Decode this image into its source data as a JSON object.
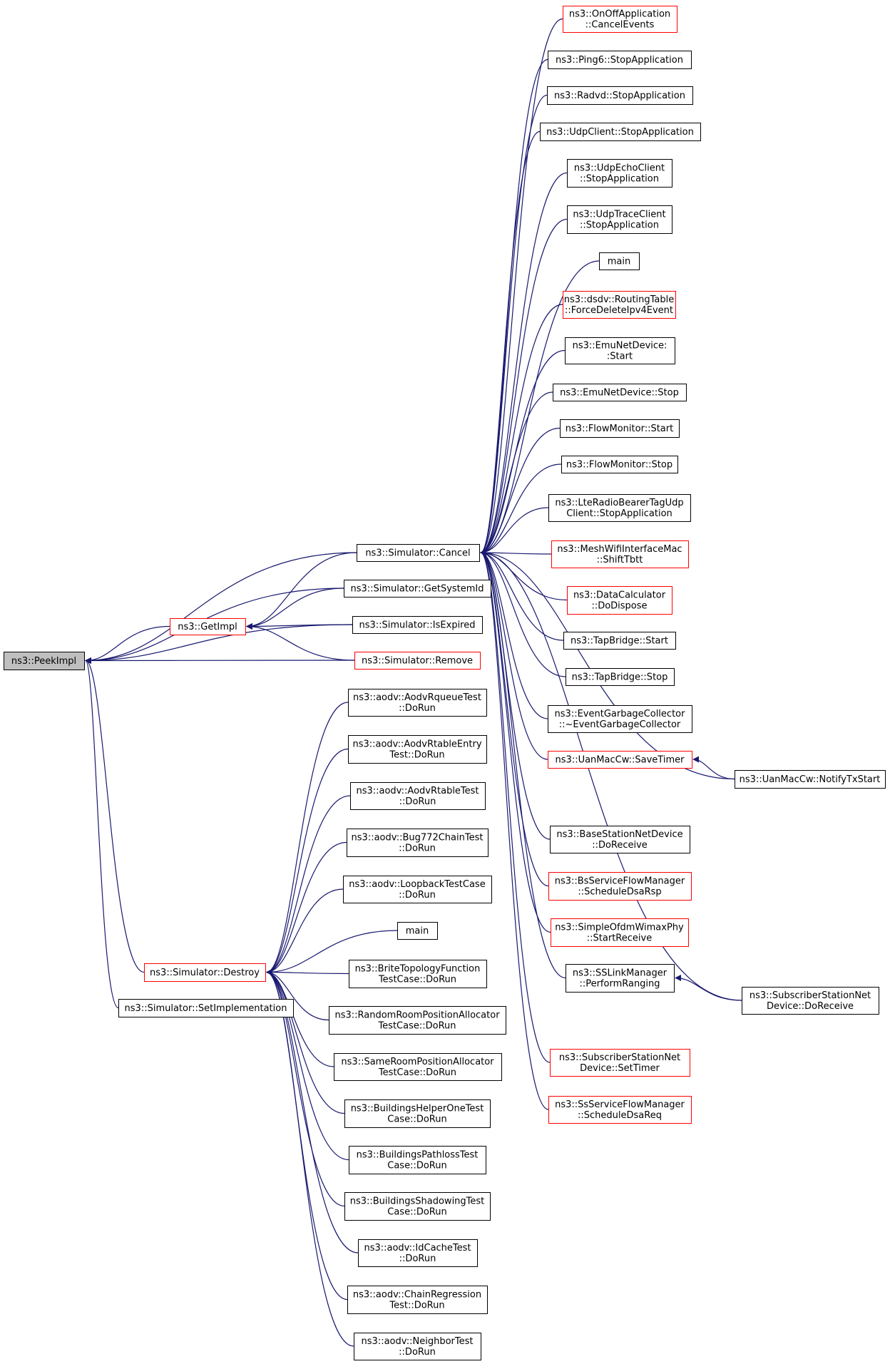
{
  "nodes": [
    {
      "id": "peekimpl",
      "lines": [
        "ns3::PeekImpl"
      ],
      "style": "root"
    },
    {
      "id": "getimpl",
      "lines": [
        "ns3::GetImpl"
      ],
      "style": "red"
    },
    {
      "id": "cancel",
      "lines": [
        "ns3::Simulator::Cancel"
      ],
      "style": "black"
    },
    {
      "id": "getsystemid",
      "lines": [
        "ns3::Simulator::GetSystemId"
      ],
      "style": "black"
    },
    {
      "id": "isexpired",
      "lines": [
        "ns3::Simulator::IsExpired"
      ],
      "style": "black"
    },
    {
      "id": "remove",
      "lines": [
        "ns3::Simulator::Remove"
      ],
      "style": "red"
    },
    {
      "id": "destroy",
      "lines": [
        "ns3::Simulator::Destroy"
      ],
      "style": "red"
    },
    {
      "id": "setimplementation",
      "lines": [
        "ns3::Simulator::SetImplementation"
      ],
      "style": "black"
    },
    {
      "id": "onoff",
      "lines": [
        "ns3::OnOffApplication",
        "::CancelEvents"
      ],
      "style": "red"
    },
    {
      "id": "ping6",
      "lines": [
        "ns3::Ping6::StopApplication"
      ],
      "style": "black"
    },
    {
      "id": "radvd",
      "lines": [
        "ns3::Radvd::StopApplication"
      ],
      "style": "black"
    },
    {
      "id": "udpclient",
      "lines": [
        "ns3::UdpClient::StopApplication"
      ],
      "style": "black"
    },
    {
      "id": "udpecho",
      "lines": [
        "ns3::UdpEchoClient",
        "::StopApplication"
      ],
      "style": "black"
    },
    {
      "id": "udptrace",
      "lines": [
        "ns3::UdpTraceClient",
        "::StopApplication"
      ],
      "style": "black"
    },
    {
      "id": "main1",
      "lines": [
        "main"
      ],
      "style": "black"
    },
    {
      "id": "dsdv",
      "lines": [
        "ns3::dsdv::RoutingTable",
        "::ForceDeleteIpv4Event"
      ],
      "style": "red"
    },
    {
      "id": "emustart",
      "lines": [
        "ns3::EmuNetDevice:",
        ":Start"
      ],
      "style": "black"
    },
    {
      "id": "emustop",
      "lines": [
        "ns3::EmuNetDevice::Stop"
      ],
      "style": "black"
    },
    {
      "id": "flowstart",
      "lines": [
        "ns3::FlowMonitor::Start"
      ],
      "style": "black"
    },
    {
      "id": "flowstop",
      "lines": [
        "ns3::FlowMonitor::Stop"
      ],
      "style": "black"
    },
    {
      "id": "lteradio",
      "lines": [
        "ns3::LteRadioBearerTagUdp",
        "Client::StopApplication"
      ],
      "style": "black"
    },
    {
      "id": "meshwifi",
      "lines": [
        "ns3::MeshWifiInterfaceMac",
        "::ShiftTbtt"
      ],
      "style": "red"
    },
    {
      "id": "datacalc",
      "lines": [
        "ns3::DataCalculator",
        "::DoDispose"
      ],
      "style": "red"
    },
    {
      "id": "tapstart",
      "lines": [
        "ns3::TapBridge::Start"
      ],
      "style": "black"
    },
    {
      "id": "tapstop",
      "lines": [
        "ns3::TapBridge::Stop"
      ],
      "style": "black"
    },
    {
      "id": "eventgc",
      "lines": [
        "ns3::EventGarbageCollector",
        "::~EventGarbageCollector"
      ],
      "style": "black"
    },
    {
      "id": "uansave",
      "lines": [
        "ns3::UanMacCw::SaveTimer"
      ],
      "style": "red"
    },
    {
      "id": "uannotify",
      "lines": [
        "ns3::UanMacCw::NotifyTxStart"
      ],
      "style": "black"
    },
    {
      "id": "bsnetdev",
      "lines": [
        "ns3::BaseStationNetDevice",
        "::DoReceive"
      ],
      "style": "black"
    },
    {
      "id": "bsservice",
      "lines": [
        "ns3::BsServiceFlowManager",
        "::ScheduleDsaRsp"
      ],
      "style": "red"
    },
    {
      "id": "simpleofdm",
      "lines": [
        "ns3::SimpleOfdmWimaxPhy",
        "::StartReceive"
      ],
      "style": "red"
    },
    {
      "id": "sslink",
      "lines": [
        "ns3::SSLinkManager",
        "::PerformRanging"
      ],
      "style": "black"
    },
    {
      "id": "ssnetrecv",
      "lines": [
        "ns3::SubscriberStationNet",
        "Device::DoReceive"
      ],
      "style": "black"
    },
    {
      "id": "ssnettimer",
      "lines": [
        "ns3::SubscriberStationNet",
        "Device::SetTimer"
      ],
      "style": "red"
    },
    {
      "id": "ssservice",
      "lines": [
        "ns3::SsServiceFlowManager",
        "::ScheduleDsaReq"
      ],
      "style": "red"
    },
    {
      "id": "aodvrqueue",
      "lines": [
        "ns3::aodv::AodvRqueueTest",
        "::DoRun"
      ],
      "style": "black"
    },
    {
      "id": "aodvrtableentry",
      "lines": [
        "ns3::aodv::AodvRtableEntry",
        "Test::DoRun"
      ],
      "style": "black"
    },
    {
      "id": "aodvrtable",
      "lines": [
        "ns3::aodv::AodvRtableTest",
        "::DoRun"
      ],
      "style": "black"
    },
    {
      "id": "bug772",
      "lines": [
        "ns3::aodv::Bug772ChainTest",
        "::DoRun"
      ],
      "style": "black"
    },
    {
      "id": "loopback",
      "lines": [
        "ns3::aodv::LoopbackTestCase",
        "::DoRun"
      ],
      "style": "black"
    },
    {
      "id": "main2",
      "lines": [
        "main"
      ],
      "style": "black"
    },
    {
      "id": "brite",
      "lines": [
        "ns3::BriteTopologyFunction",
        "TestCase::DoRun"
      ],
      "style": "black"
    },
    {
      "id": "randomroom",
      "lines": [
        "ns3::RandomRoomPositionAllocator",
        "TestCase::DoRun"
      ],
      "style": "black"
    },
    {
      "id": "sameroom",
      "lines": [
        "ns3::SameRoomPositionAllocator",
        "TestCase::DoRun"
      ],
      "style": "black"
    },
    {
      "id": "bldghelper",
      "lines": [
        "ns3::BuildingsHelperOneTest",
        "Case::DoRun"
      ],
      "style": "black"
    },
    {
      "id": "bldgpathloss",
      "lines": [
        "ns3::BuildingsPathlossTest",
        "Case::DoRun"
      ],
      "style": "black"
    },
    {
      "id": "bldgshadow",
      "lines": [
        "ns3::BuildingsShadowingTest",
        "Case::DoRun"
      ],
      "style": "black"
    },
    {
      "id": "idcache",
      "lines": [
        "ns3::aodv::IdCacheTest",
        "::DoRun"
      ],
      "style": "black"
    },
    {
      "id": "chainreg",
      "lines": [
        "ns3::aodv::ChainRegression",
        "Test::DoRun"
      ],
      "style": "black"
    },
    {
      "id": "neighbor",
      "lines": [
        "ns3::aodv::NeighborTest",
        "::DoRun"
      ],
      "style": "black"
    }
  ],
  "edges": [
    [
      "getimpl",
      "peekimpl"
    ],
    [
      "cancel",
      "peekimpl"
    ],
    [
      "getsystemid",
      "peekimpl"
    ],
    [
      "isexpired",
      "peekimpl"
    ],
    [
      "remove",
      "peekimpl"
    ],
    [
      "destroy",
      "peekimpl"
    ],
    [
      "setimplementation",
      "peekimpl"
    ],
    [
      "cancel",
      "getimpl"
    ],
    [
      "getsystemid",
      "getimpl"
    ],
    [
      "isexpired",
      "getimpl"
    ],
    [
      "remove",
      "getimpl"
    ],
    [
      "onoff",
      "cancel"
    ],
    [
      "ping6",
      "cancel"
    ],
    [
      "radvd",
      "cancel"
    ],
    [
      "udpclient",
      "cancel"
    ],
    [
      "udpecho",
      "cancel"
    ],
    [
      "udptrace",
      "cancel"
    ],
    [
      "main1",
      "cancel"
    ],
    [
      "dsdv",
      "cancel"
    ],
    [
      "emustart",
      "cancel"
    ],
    [
      "emustop",
      "cancel"
    ],
    [
      "flowstart",
      "cancel"
    ],
    [
      "flowstop",
      "cancel"
    ],
    [
      "lteradio",
      "cancel"
    ],
    [
      "meshwifi",
      "cancel"
    ],
    [
      "datacalc",
      "cancel"
    ],
    [
      "tapstart",
      "cancel"
    ],
    [
      "tapstop",
      "cancel"
    ],
    [
      "eventgc",
      "cancel"
    ],
    [
      "uansave",
      "cancel"
    ],
    [
      "uannotify",
      "cancel"
    ],
    [
      "bsnetdev",
      "cancel"
    ],
    [
      "bsservice",
      "cancel"
    ],
    [
      "simpleofdm",
      "cancel"
    ],
    [
      "sslink",
      "cancel"
    ],
    [
      "ssnetrecv",
      "cancel"
    ],
    [
      "ssnettimer",
      "cancel"
    ],
    [
      "ssservice",
      "cancel"
    ],
    [
      "uannotify",
      "uansave"
    ],
    [
      "ssnetrecv",
      "sslink"
    ],
    [
      "aodvrqueue",
      "destroy"
    ],
    [
      "aodvrtableentry",
      "destroy"
    ],
    [
      "aodvrtable",
      "destroy"
    ],
    [
      "bug772",
      "destroy"
    ],
    [
      "loopback",
      "destroy"
    ],
    [
      "main2",
      "destroy"
    ],
    [
      "brite",
      "destroy"
    ],
    [
      "randomroom",
      "destroy"
    ],
    [
      "sameroom",
      "destroy"
    ],
    [
      "bldghelper",
      "destroy"
    ],
    [
      "bldgpathloss",
      "destroy"
    ],
    [
      "bldgshadow",
      "destroy"
    ],
    [
      "idcache",
      "destroy"
    ],
    [
      "chainreg",
      "destroy"
    ],
    [
      "neighbor",
      "destroy"
    ]
  ]
}
